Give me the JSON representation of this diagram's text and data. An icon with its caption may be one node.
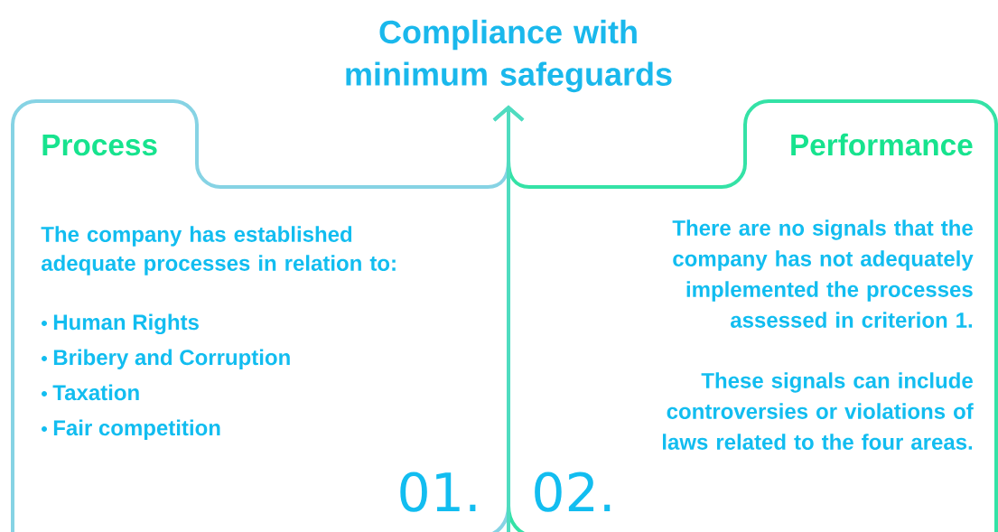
{
  "diagram": {
    "nodes": [
      {
        "text": [
          "Compliance with minimum safeguards"
        ]
      },
      {
        "text": [
          "Process",
          "The company has established adequate processes in relation to:",
          "Human Rights",
          "Bribery and Corruption",
          "Taxation",
          "Fair competition",
          "01."
        ]
      },
      {
        "text": [
          "Performance",
          "There are no signals that the company has not adequately implemented the processes assessed in criterion 1.",
          "These signals can include controversies or violations of laws related to the four areas.",
          "02."
        ]
      }
    ],
    "edges": [
      {
        "from": 1,
        "to": 0,
        "arrow": "to"
      },
      {
        "from": 2,
        "to": 0,
        "arrow": "to"
      }
    ]
  }
}
